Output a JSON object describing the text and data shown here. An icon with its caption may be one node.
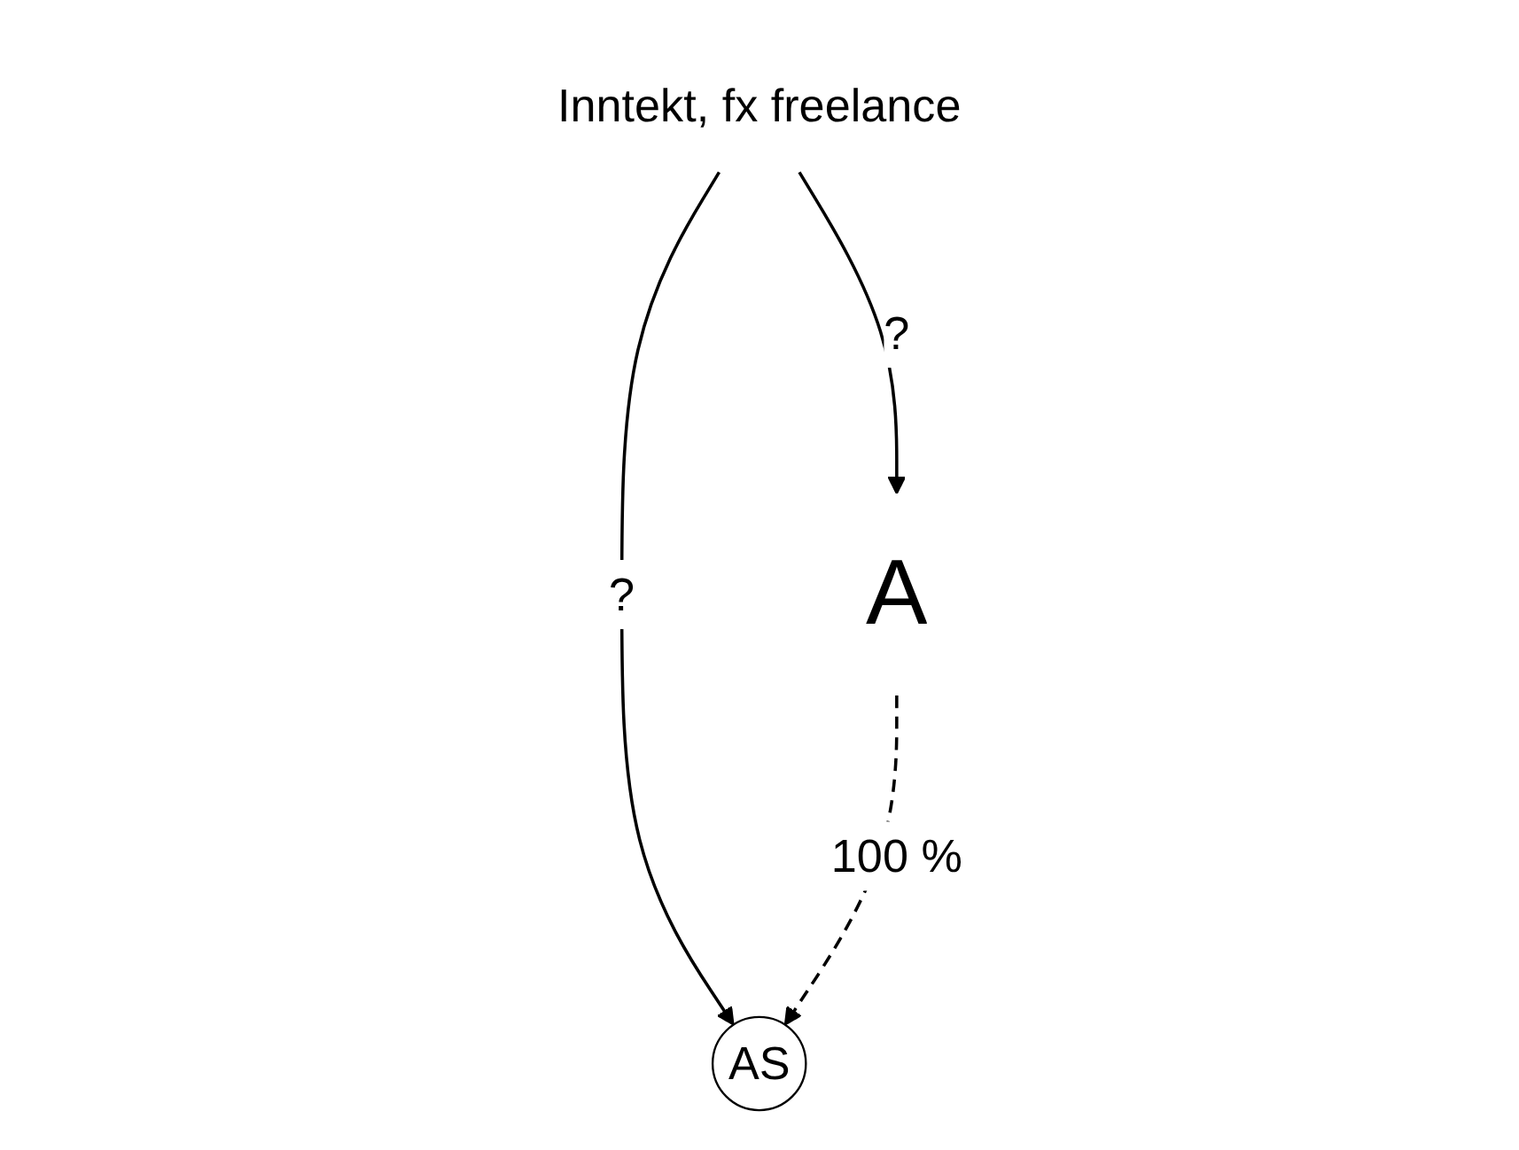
{
  "diagram": {
    "nodes": [
      {
        "text": [
          "Inntekt, fx freelance"
        ]
      },
      {
        "text": [
          "A"
        ]
      },
      {
        "text": [
          "AS"
        ]
      }
    ],
    "edges": [
      {
        "from": 0,
        "to": 1,
        "arrow": "to",
        "label": "?"
      },
      {
        "from": 0,
        "to": 2,
        "arrow": "to",
        "label": "?"
      },
      {
        "from": 1,
        "to": 2,
        "arrow": "to",
        "label": "100 %",
        "style": "dashed"
      }
    ]
  }
}
